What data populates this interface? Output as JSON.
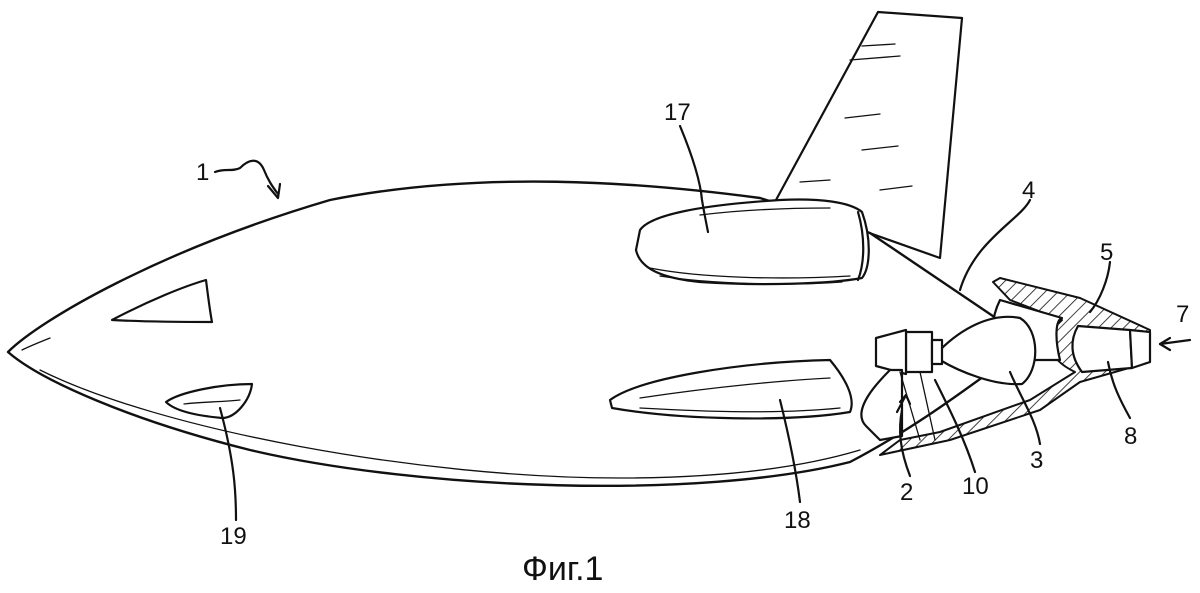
{
  "figure": {
    "caption": "Фиг.1",
    "reference_numerals": {
      "n1": "1",
      "n2": "2",
      "n3": "3",
      "n4": "4",
      "n5": "5",
      "n7": "7",
      "n8": "8",
      "n10": "10",
      "n17": "17",
      "n18": "18",
      "n19": "19"
    }
  }
}
